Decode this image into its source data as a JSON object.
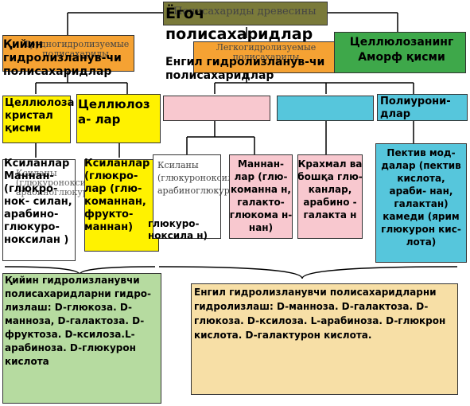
{
  "top": {
    "ghost": "Полисахариды древесины",
    "label": "Ёгоч полисахаридлар"
  },
  "level1": {
    "hard": {
      "ghost": "Трудногидролизуемые полисахариды",
      "label": "Қийин гидролизланув-чи полисахаридлар"
    },
    "easy": {
      "ghost": "Легкогидролизуемые полисахариды",
      "label": "Енгил гидролизланув-чи полисахаридлар"
    },
    "amorph": {
      "label": "Целлюлозанинг Аморф қисми"
    }
  },
  "level2": {
    "cryst": "Целлюлоза кристал қисми",
    "cellulosans": "Целлюлоз а- лар",
    "hemi_pink": "",
    "hemi_blue": "",
    "polyuronides": "Полиурони- длар"
  },
  "level3": {
    "xylans_hard": {
      "ghost": "Ксиланы (глюкуроноксилан, арабиноглюкуроноксилан)",
      "label": "Ксиланлар Маннан- (глюкро- нок- силан, арабино- глюкуро- ноксилан )"
    },
    "mannans_hard": {
      "label": "Ксиланлар (глюкро- лар (глю- команнан, фрукто- маннан)"
    },
    "xylans_easy": {
      "ghost": "Ксиланы (глюкуроноксилан, арабиноглюкуроноксилан)",
      "label": "глюкуро- ноксила н)"
    },
    "mannans_easy": "Маннан- лар (глю- команна н, галакто- глюкома н- нан)",
    "starch": "Крахмал ва бошқа глю- канлар, арабино - галакта н",
    "pectin": "Пектив мод- далар (пектив кислота, араби- нан, галактан) камеди (ярим глюкурон кис- лота)"
  },
  "bottom": {
    "hard_products": "Қийин гидролизланувчи полисахаридларни гидро- лизлаш: D-глюкоза. D-манноза, D-галактоза. D-фруктоза. D-ксилоза.L-арабиноза. D-глюкурон кислота",
    "easy_products": "Енгил гидролизланувчи полисахаридларни гидролизлаш: D-манноза. D-галактоза. D-глюкоза. D-ксилоза. L-арабиноза. D-глюкрон кислота. D-галактурон кислота."
  },
  "colors": {
    "top_box": "#7a7a3a",
    "orange": "#f5a233",
    "green": "#3ea84a",
    "yellow": "#fff200",
    "pink": "#f8c8cf",
    "cyan": "#56c6dc",
    "light_green": "#b6dba0",
    "beige": "#f7dfa6"
  }
}
